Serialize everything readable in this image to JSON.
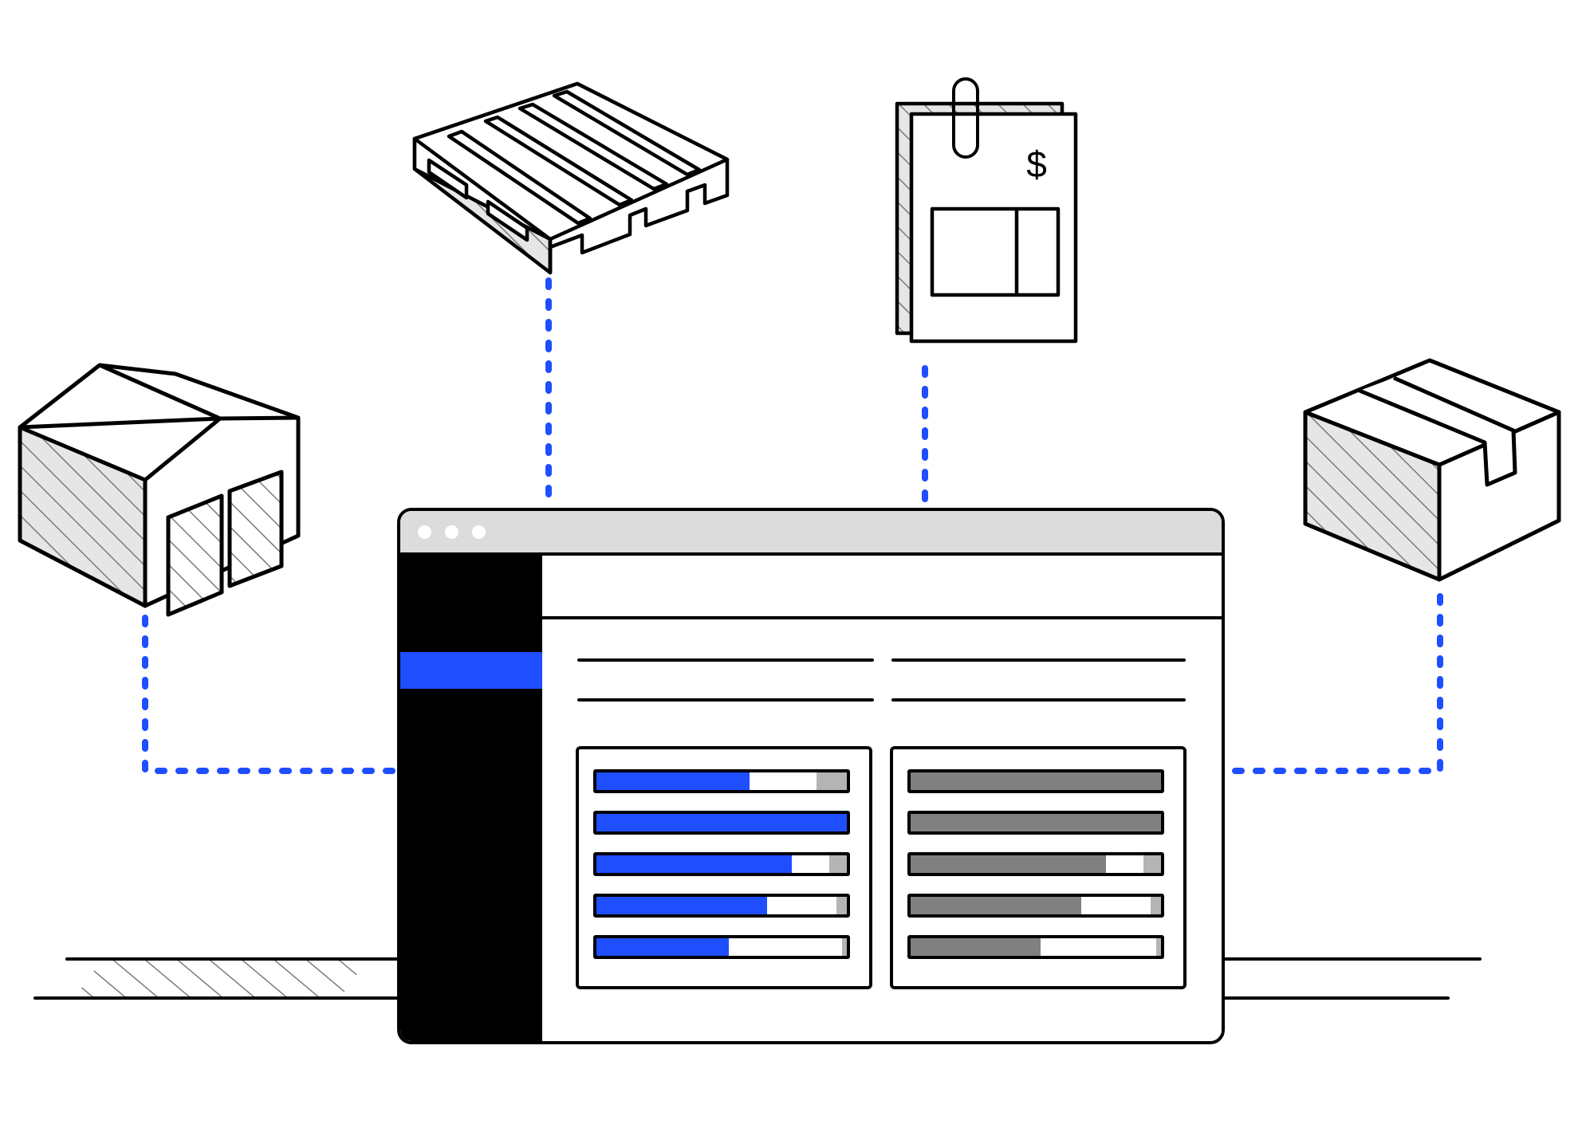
{
  "colors": {
    "accent": "#1f4eff",
    "ink": "#000000",
    "titlebar": "#dcdcdc",
    "hatch_fill": "#e6e6e6",
    "hatch_line": "#7a7a7a",
    "bar_primary_left": "#1f4eff",
    "bar_primary_right": "#808080",
    "bar_secondary": "#ffffff",
    "bar_tertiary": "#b4b4b4"
  },
  "icons": {
    "warehouse": "warehouse-icon",
    "pallet": "pallet-icon",
    "invoice": "invoice-icon",
    "package": "package-box-icon"
  },
  "invoice": {
    "currency_symbol": "$"
  },
  "window": {
    "controls": [
      "close",
      "minimize",
      "maximize"
    ],
    "sidebar_active_index": 0,
    "left_panel": {
      "bars": [
        {
          "primary": 0.61,
          "secondary": 0.27
        },
        {
          "primary": 1.0,
          "secondary": 0.0
        },
        {
          "primary": 0.78,
          "secondary": 0.15
        },
        {
          "primary": 0.68,
          "secondary": 0.28
        },
        {
          "primary": 0.53,
          "secondary": 0.45
        }
      ]
    },
    "right_panel": {
      "bars": [
        {
          "primary": 1.0,
          "secondary": 0.0
        },
        {
          "primary": 1.0,
          "secondary": 0.0
        },
        {
          "primary": 0.78,
          "secondary": 0.15
        },
        {
          "primary": 0.68,
          "secondary": 0.28
        },
        {
          "primary": 0.52,
          "secondary": 0.46
        }
      ]
    }
  }
}
